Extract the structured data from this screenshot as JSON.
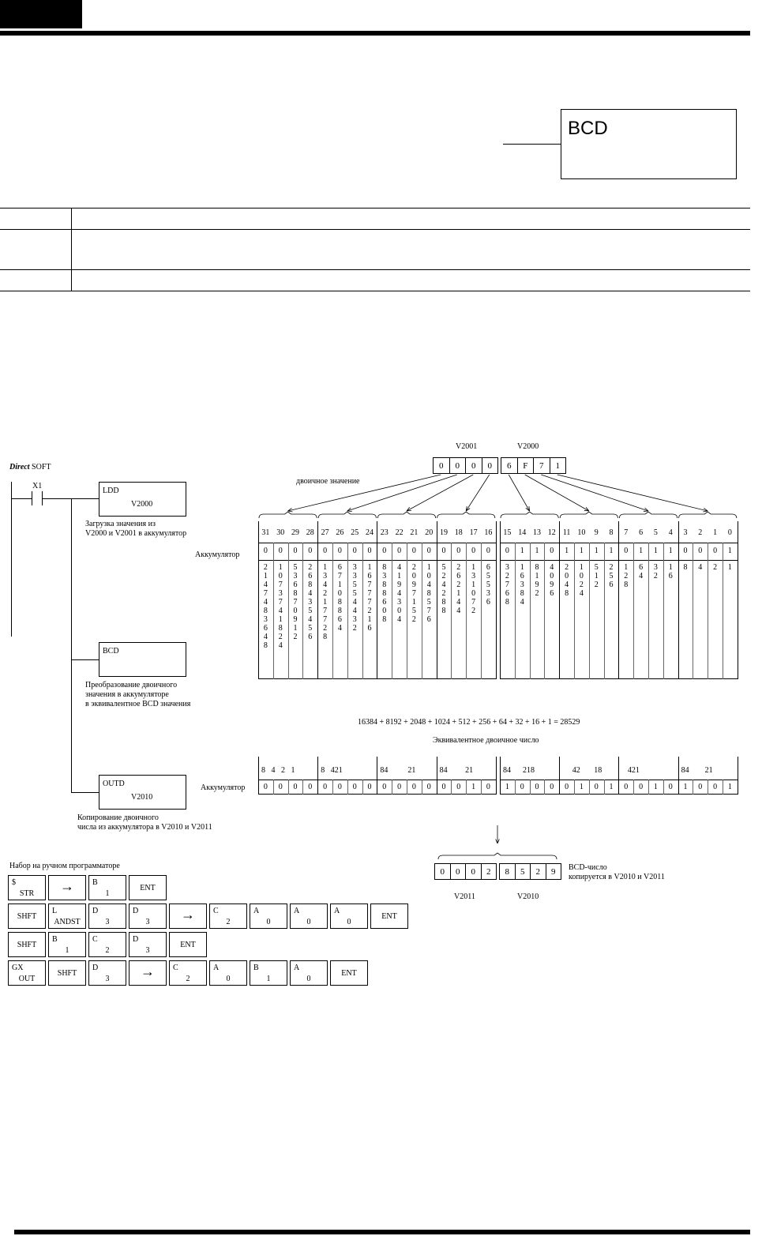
{
  "header": {
    "rule_color": "#000000"
  },
  "bcd_symbol": {
    "label": "BCD"
  },
  "ladder": {
    "brand_bold": "Direct",
    "brand_rest": "SOFT",
    "contact": "X1",
    "ldd": {
      "op": "LDD",
      "arg": "V2000",
      "note1": "Загрузка значения из",
      "note2": "V2000 и V2001  в аккумулятор"
    },
    "bcd": {
      "op": "BCD",
      "note1": "Преобразование двоичного",
      "note2": "значения в аккумуляторе",
      "note3": "в эквивалентное BCD значения"
    },
    "outd": {
      "op": "OUTD",
      "arg": "V2010",
      "note1": "Копирование двоичного",
      "note2": "числа из аккумулятора в V2010 и  V2011"
    }
  },
  "source_register": {
    "labels": [
      "V2001",
      "V2000"
    ],
    "digits": [
      "0",
      "0",
      "0",
      "0",
      "6",
      "F",
      "7",
      "1"
    ],
    "caption": "двоичное значение"
  },
  "accumulator_label": "Аккумулятор",
  "binary_table": {
    "bit_numbers": [
      "31",
      "30",
      "29",
      "28",
      "27",
      "26",
      "25",
      "24",
      "23",
      "22",
      "21",
      "20",
      "19",
      "18",
      "17",
      "16",
      "15",
      "14",
      "13",
      "12",
      "11",
      "10",
      "9",
      "8",
      "7",
      "6",
      "5",
      "4",
      "3",
      "2",
      "1",
      "0"
    ],
    "bits": [
      "0",
      "0",
      "0",
      "0",
      "0",
      "0",
      "0",
      "0",
      "0",
      "0",
      "0",
      "0",
      "0",
      "0",
      "0",
      "0",
      "0",
      "1",
      "1",
      "0",
      "1",
      "1",
      "1",
      "1",
      "0",
      "1",
      "1",
      "1",
      "0",
      "0",
      "0",
      "1"
    ],
    "weights": [
      "2147483648",
      "1073741824",
      "536870912",
      "268435456",
      "134217728",
      "67108864",
      "33554432",
      "16777216",
      "8388608",
      "4194304",
      "2097152",
      "1048576",
      "524288",
      "262144",
      "131072",
      "65536",
      "32768",
      "16384",
      "8192",
      "4096",
      "2048",
      "1024",
      "512",
      "256",
      "128",
      "64",
      "32",
      "16",
      "8",
      "4",
      "2",
      "1"
    ]
  },
  "sum_line": "16384 + 8192 + 2048 + 1024 + 512 + 256 + 64 + 32 + 16 + 1 = 28529",
  "sum_caption": "Эквивалентное двоичное число",
  "bcd_table": {
    "group_labels": [
      "8   4   2   1",
      "8   421",
      "84          21",
      "84         21",
      "84      218",
      "     42       18",
      "   421",
      "84        21"
    ],
    "bits": [
      "0",
      "0",
      "0",
      "0",
      "0",
      "0",
      "0",
      "0",
      "0",
      "0",
      "0",
      "0",
      "0",
      "0",
      "1",
      "0",
      "1",
      "0",
      "0",
      "0",
      "0",
      "1",
      "0",
      "1",
      "0",
      "0",
      "1",
      "0",
      "1",
      "0",
      "0",
      "1"
    ]
  },
  "result_register": {
    "digits": [
      "0",
      "0",
      "0",
      "2",
      "8",
      "5",
      "2",
      "9"
    ],
    "caption1": "BCD-число",
    "caption2": "копируется в V2010 и  V2011",
    "labels": [
      "V2011",
      "V2010"
    ]
  },
  "keystrokes": {
    "title": "Набор на ручном программаторе",
    "rows": [
      [
        {
          "t": "$",
          "b": "STR"
        },
        {
          "c": "→"
        },
        {
          "t": "B",
          "b": "1"
        },
        {
          "c": "ENT"
        }
      ],
      [
        {
          "c": "SHFT"
        },
        {
          "t": "L",
          "b": "ANDST"
        },
        {
          "t": "D",
          "b": "3"
        },
        {
          "t": "D",
          "b": "3"
        },
        {
          "c": "→"
        },
        {
          "t": "C",
          "b": "2"
        },
        {
          "t": "A",
          "b": "0"
        },
        {
          "t": "A",
          "b": "0"
        },
        {
          "t": "A",
          "b": "0"
        },
        {
          "c": "ENT"
        }
      ],
      [
        {
          "c": "SHFT"
        },
        {
          "t": "B",
          "b": "1"
        },
        {
          "t": "C",
          "b": "2"
        },
        {
          "t": "D",
          "b": "3"
        },
        {
          "c": "ENT"
        }
      ],
      [
        {
          "t": "GX",
          "b": "OUT"
        },
        {
          "c": "SHFT"
        },
        {
          "t": "D",
          "b": "3"
        },
        {
          "c": "→"
        },
        {
          "t": "C",
          "b": "2"
        },
        {
          "t": "A",
          "b": "0"
        },
        {
          "t": "B",
          "b": "1"
        },
        {
          "t": "A",
          "b": "0"
        },
        {
          "c": "ENT"
        }
      ]
    ]
  }
}
